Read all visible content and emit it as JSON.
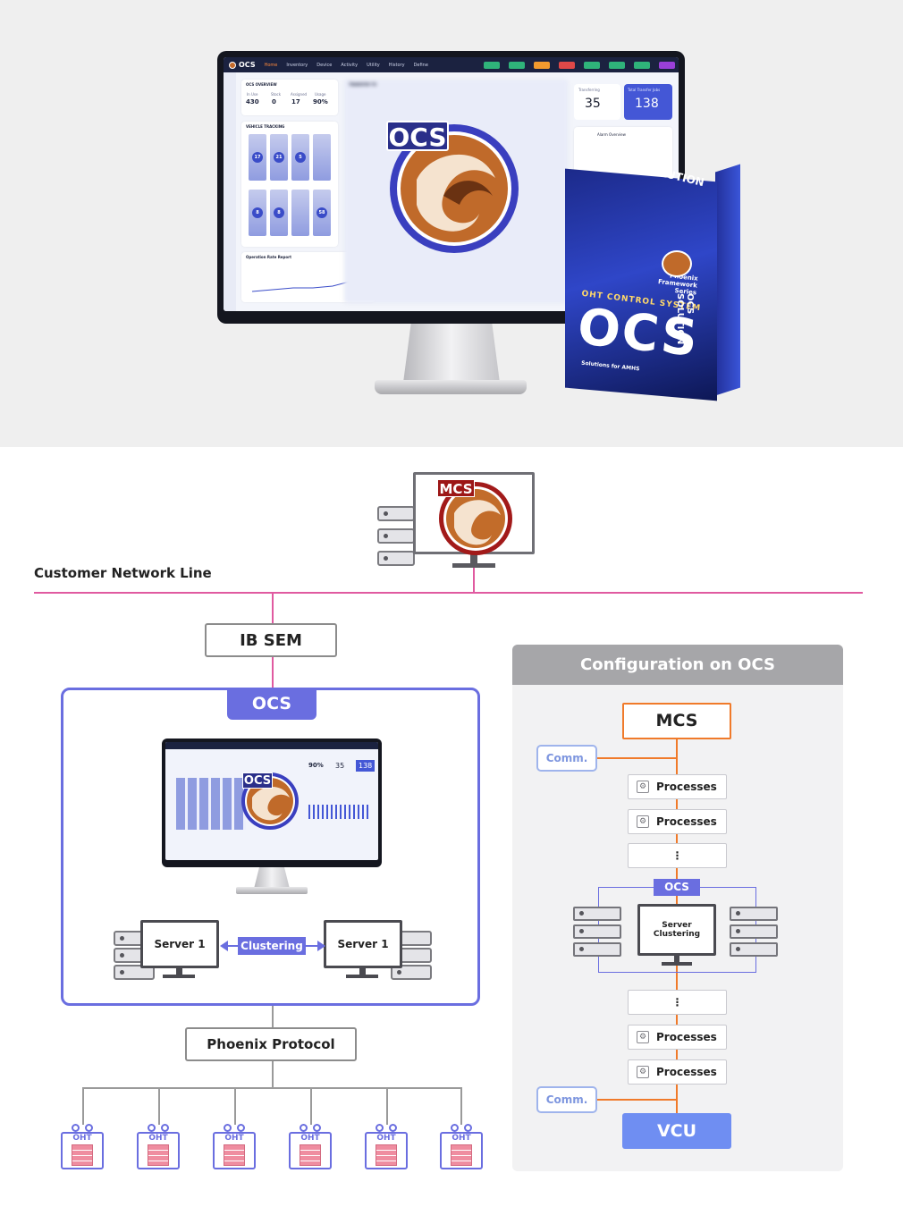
{
  "hero": {
    "app_brand": "OCS",
    "nav": [
      "Home",
      "Inventory",
      "Device",
      "Activity",
      "Utility",
      "History",
      "Define"
    ],
    "overview_title": "OCS OVERVIEW",
    "stats": [
      {
        "label": "In Use",
        "value": "430"
      },
      {
        "label": "Stock",
        "value": "0"
      },
      {
        "label": "Assigned",
        "value": "17"
      },
      {
        "label": "Usage",
        "value": "90%"
      }
    ],
    "transfer_title": "TRANSFER TO",
    "transferring_label": "Transferring",
    "transferring_value": "35",
    "total_transfer_label": "Total Transfer Jobs",
    "total_transfer_value": "138",
    "vehicle_tracking": "VEHICLE TRACKING",
    "vehicles": [
      "17",
      "21",
      "5",
      "8",
      "8",
      "58"
    ],
    "operation_rate": "Operation Rate Report",
    "alarm_overview": "Alarm Overview",
    "logo_text": "OCS",
    "box": {
      "solution": "OCS SOLUTION",
      "series": "Phoenix Framework Series",
      "system": "OHT CONTROL SYSTEM",
      "name": "OCS",
      "tagline": "Solutions for AMHS",
      "side": "OCS SOLUTION"
    }
  },
  "diagram": {
    "mcs_badge": "MCS",
    "network_line": "Customer Network Line",
    "ib_sem": "IB SEM",
    "ocs_header": "OCS",
    "screen_logo": "OCS",
    "screen_stats": [
      "90%",
      "35",
      "138"
    ],
    "server_left": "Server 1",
    "server_right": "Server 1",
    "clustering": "Clustering",
    "protocol": "Phoenix Protocol",
    "oht_label": "OHT",
    "oht_count": 6,
    "config_title": "Configuration on OCS",
    "config_mcs": "MCS",
    "comm": "Comm.",
    "processes": "Processes",
    "ellipsis": "⋮",
    "config_ocs": "OCS",
    "server_clustering": "Server\nClustering",
    "vcu": "VCU"
  },
  "colors": {
    "network": "#e05aa0",
    "ocs_purple": "#6a6ee0",
    "vcu_blue": "#6f8ef2",
    "mcs_orange": "#f07a2a"
  }
}
